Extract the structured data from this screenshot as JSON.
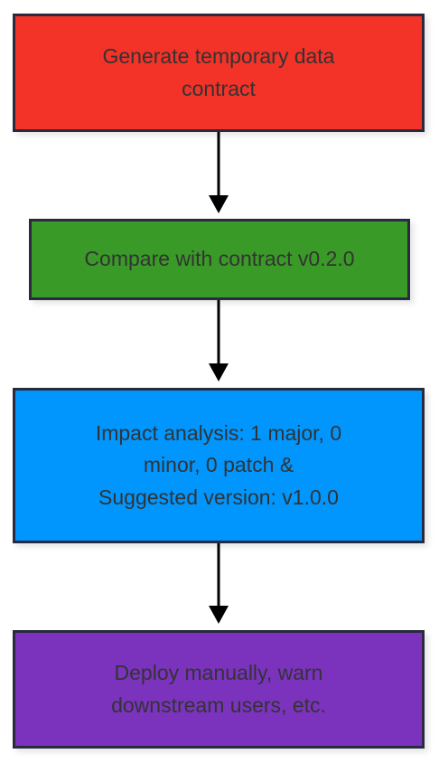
{
  "diagram": {
    "type": "flowchart",
    "direction": "top-to-bottom",
    "nodes": [
      {
        "id": "step-1",
        "label": "Generate temporary data\ncontract",
        "fill": "#f33228"
      },
      {
        "id": "step-2",
        "label": "Compare with contract v0.2.0",
        "fill": "#3a9a27"
      },
      {
        "id": "step-3",
        "label": "Impact analysis: 1 major, 0\nminor, 0 patch &\nSuggested version: v1.0.0",
        "fill": "#0096fe"
      },
      {
        "id": "step-4",
        "label": "Deploy manually, warn\ndownstream users, etc.",
        "fill": "#7b33be"
      }
    ],
    "edges": [
      {
        "from": "step-1",
        "to": "step-2"
      },
      {
        "from": "step-2",
        "to": "step-3"
      },
      {
        "from": "step-3",
        "to": "step-4"
      }
    ],
    "colors": {
      "border": "#2a2a3e",
      "text": "#333333",
      "edge": "#000000"
    }
  }
}
